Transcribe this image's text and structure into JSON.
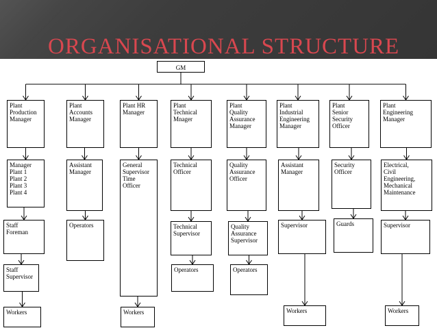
{
  "title": "ORGANISATIONAL STRUCTURE",
  "colors": {
    "header_bg": "#3d3d3d",
    "title": "#d8474f",
    "line": "#000000",
    "box_border": "#000000"
  },
  "org": {
    "top": "GM",
    "branches": [
      {
        "head": "Plant Production Manager",
        "levels": [
          "Manager Plant 1 Plant 2 Plant 3 Plant 4",
          "Staff Foreman",
          "Staff Supervisor",
          "Workers"
        ]
      },
      {
        "head": "Plant Accounts Manager",
        "levels": [
          "Assistant Manager",
          "Operators"
        ]
      },
      {
        "head": "Plant HR Manager",
        "levels": [
          "General Supervisor Time Officer",
          "Workers"
        ]
      },
      {
        "head": "Plant Technical Mnager",
        "levels": [
          "Technical Officer",
          "Technical Supervisor",
          "Operators"
        ]
      },
      {
        "head": "Plant Quality Assurance Manager",
        "levels": [
          "Quality Assurance Officer",
          "Quality Assurance Supervisor",
          "Operators"
        ]
      },
      {
        "head": "Plant Industrial Engineering Manager",
        "levels": [
          "Assistant Manager",
          "Supervisor",
          "Workers"
        ]
      },
      {
        "head": "Plant Senior Security Officer",
        "levels": [
          "Security Officer",
          "Guards"
        ]
      },
      {
        "head": "Plant Engineering Manager",
        "levels": [
          "Electrical, Civil Engineering, Mechanical Maintenance",
          "Supervisor",
          "Workers"
        ]
      }
    ]
  }
}
